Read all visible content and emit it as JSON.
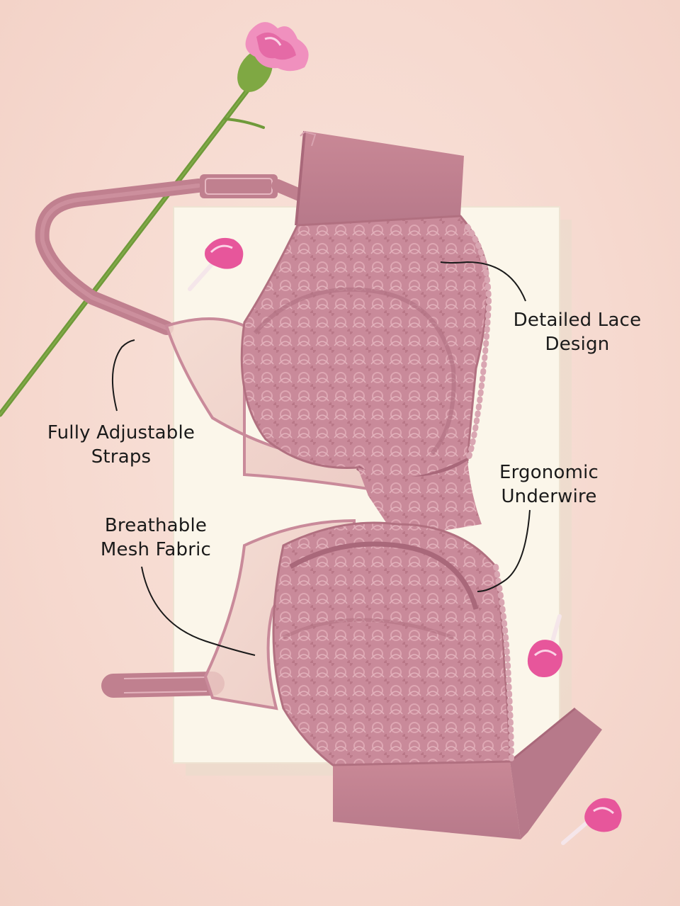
{
  "callouts": {
    "lace": {
      "line1": "Detailed Lace",
      "line2": "Design"
    },
    "straps": {
      "line1": "Fully Adjustable",
      "line2": "Straps"
    },
    "underwire": {
      "line1": "Ergonomic",
      "line2": "Underwire"
    },
    "mesh": {
      "line1": "Breathable",
      "line2": "Mesh Fabric"
    }
  },
  "colors": {
    "background": "#f7ddd3",
    "fabric": "#c98a9a",
    "fabric_dark": "#b0707f",
    "paper": "#fbf6ea",
    "flower": "#e7569b",
    "stem": "#6f9a3a",
    "label": "#1a1a1a"
  }
}
